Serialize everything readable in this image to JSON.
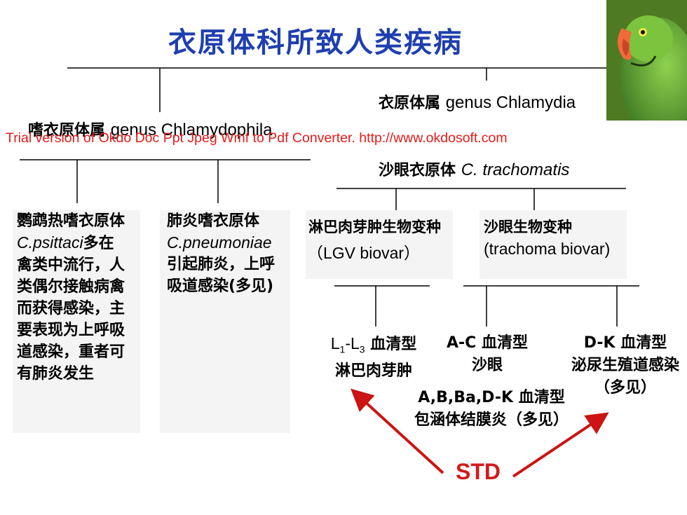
{
  "title": "衣原体科所致人类疾病",
  "watermark": "Trial version of Okdo Doc Ppt Jpeg Wmf to Pdf Converter. http://www.okdosoft.com",
  "genus_chlamydia": {
    "cn": "衣原体属",
    "latin": "genus Chlamydia"
  },
  "genus_chlamydophila": {
    "cn": "嗜衣原体属",
    "latin": "genus Chlamydophila"
  },
  "trachomatis": {
    "cn": "沙眼衣原体",
    "latin": "C. trachomatis"
  },
  "psittaci": {
    "name": "鹦鹉热嗜衣原体",
    "latin": "C.psittaci",
    "lines": [
      "多在",
      "禽类中流行，人",
      "类偶尔接触病禽",
      "而获得感染，主",
      "要表现为上呼吸",
      "道感染，重者可",
      "有肺炎发生"
    ]
  },
  "pneumoniae": {
    "name": "肺炎嗜衣原体",
    "latin": "C.pneumoniae",
    "lines": [
      "引起肺炎，上呼",
      "吸道感染(多见)"
    ]
  },
  "lgv": {
    "name": "淋巴肉芽肿生物变种",
    "sub": "（LGV biovar）"
  },
  "trachoma_biovar": {
    "name": "沙眼生物变种",
    "sub": "(trachoma biovar)"
  },
  "l1l3": {
    "sero_a": "L",
    "sub1": "1",
    "dash": "-L",
    "sub3": "3",
    "sero_b": " 血清型",
    "disease": "淋巴肉芽肿"
  },
  "ac": {
    "sero": "A-C 血清型",
    "disease": "沙眼"
  },
  "dk": {
    "sero": "D-K 血清型",
    "disease": "泌尿生殖道感染",
    "note": "（多见）"
  },
  "inclusion": {
    "sero": "A,B,Ba,D-K 血清型",
    "disease": "包涵体结膜炎（多见）"
  },
  "std": "STD",
  "colors": {
    "title": "#1f3fae",
    "watermark": "#e41b1b",
    "std": "#d21a1a",
    "arrow": "#cc1414"
  },
  "icons": {
    "corner_image": "parrot-image"
  }
}
